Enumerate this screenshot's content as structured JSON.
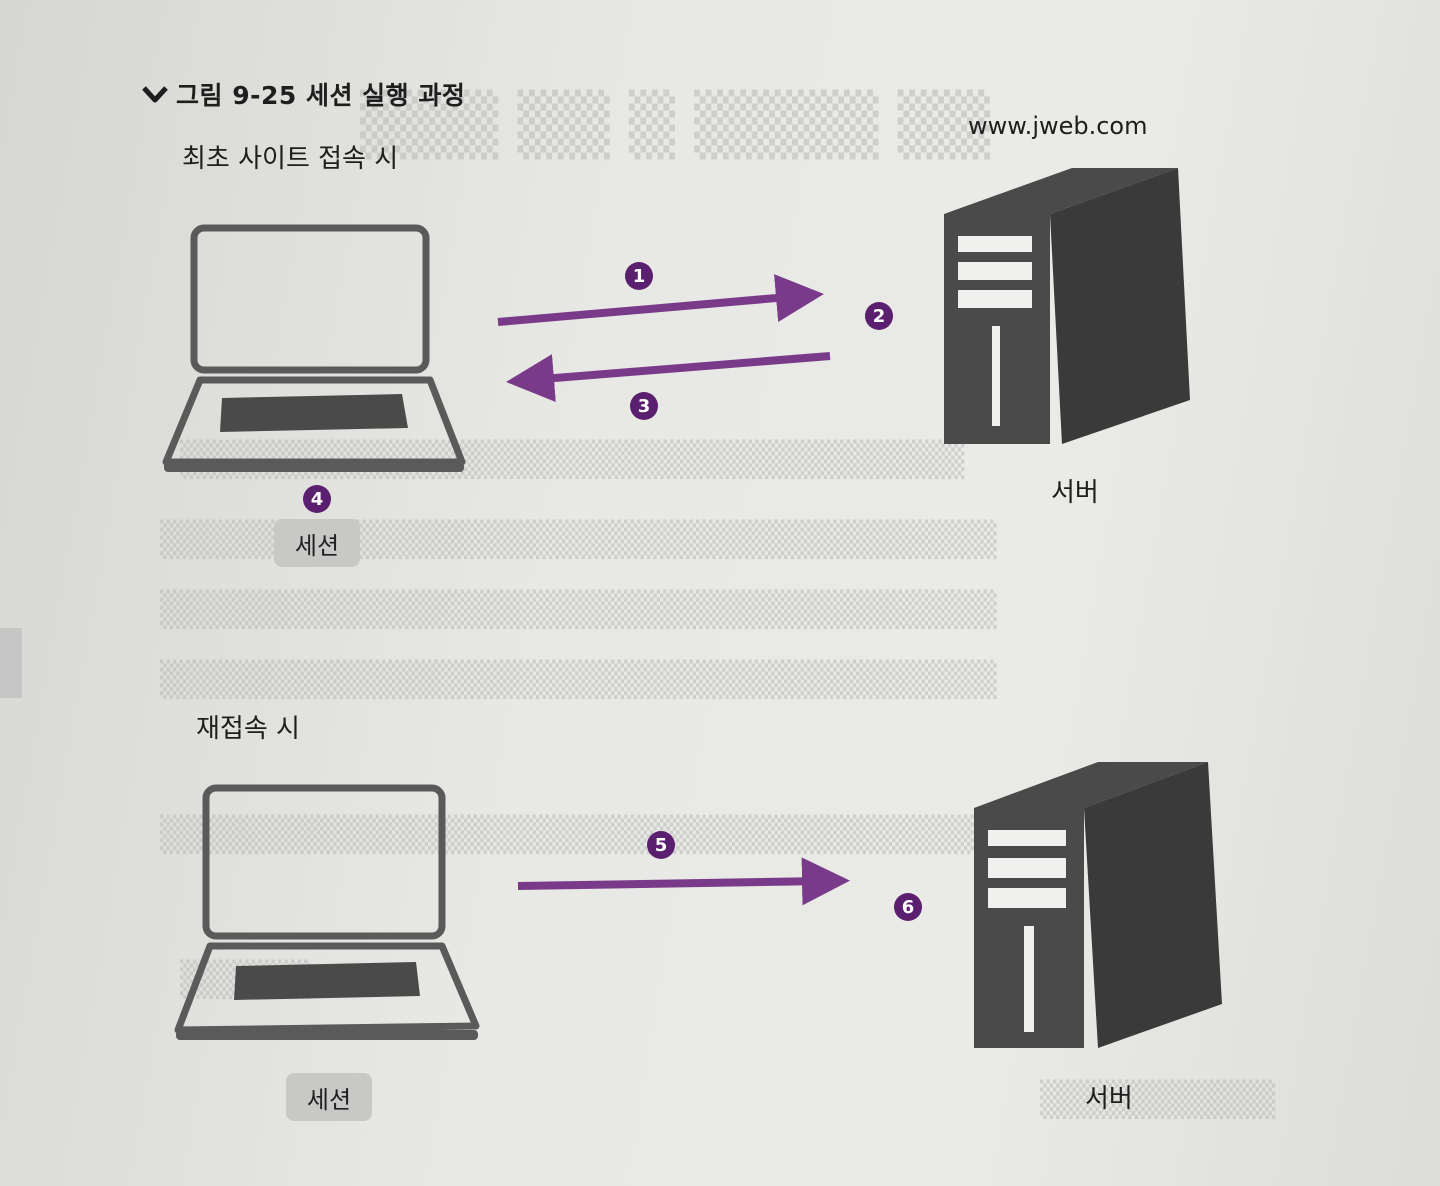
{
  "figure": {
    "title": "그림 9-25 세션 실행 과정",
    "title_icon": "chevron-down-icon"
  },
  "first_visit": {
    "label": "최초 사이트 접속 시",
    "url": "www.jweb.com",
    "server_label": "서버",
    "session_label": "세션",
    "steps": [
      "1",
      "2",
      "3",
      "4"
    ]
  },
  "revisit": {
    "label": "재접속 시",
    "server_label": "서버",
    "session_label": "세션",
    "steps": [
      "5",
      "6"
    ]
  },
  "colors": {
    "arrow": "#7a3a8a",
    "step_badge": "#5a1f6e",
    "device_dark": "#4a4a4a",
    "device_outline": "#5a5a5a",
    "session_box": "#c8c8c6"
  }
}
